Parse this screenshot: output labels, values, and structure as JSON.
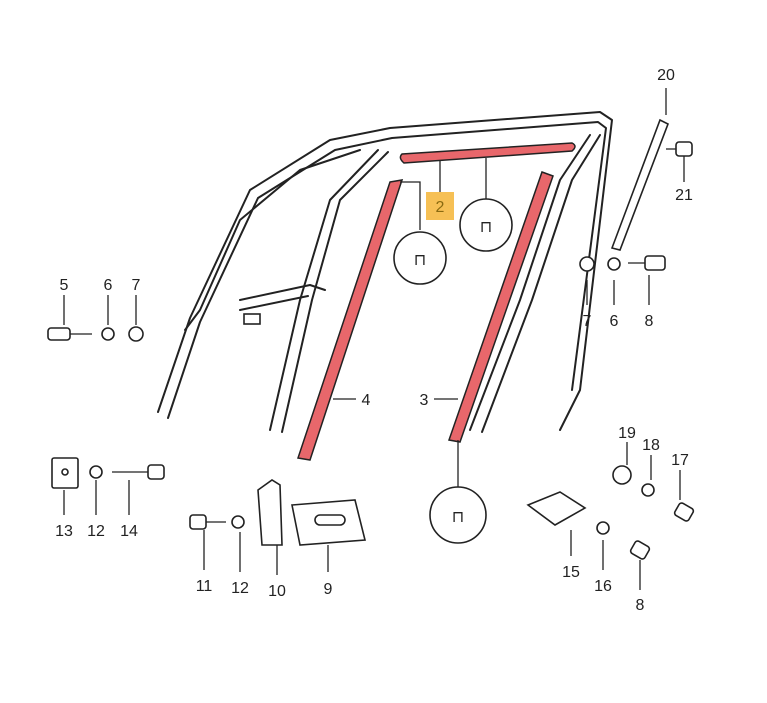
{
  "diagram": {
    "highlighted_part": "2",
    "highlight_color": "#f5b942",
    "seal_color": "#e8676b",
    "callout_symbol": "⊓",
    "labels": {
      "p20": "20",
      "p21": "21",
      "p2": "2",
      "p5": "5",
      "p6a": "6",
      "p7a": "7",
      "p7b": "7",
      "p6b": "6",
      "p8a": "8",
      "p4": "4",
      "p3": "3",
      "p19": "19",
      "p18": "18",
      "p17": "17",
      "p13": "13",
      "p12a": "12",
      "p14": "14",
      "p11": "11",
      "p12b": "12",
      "p10": "10",
      "p9": "9",
      "p15": "15",
      "p16": "16",
      "p8b": "8"
    }
  }
}
